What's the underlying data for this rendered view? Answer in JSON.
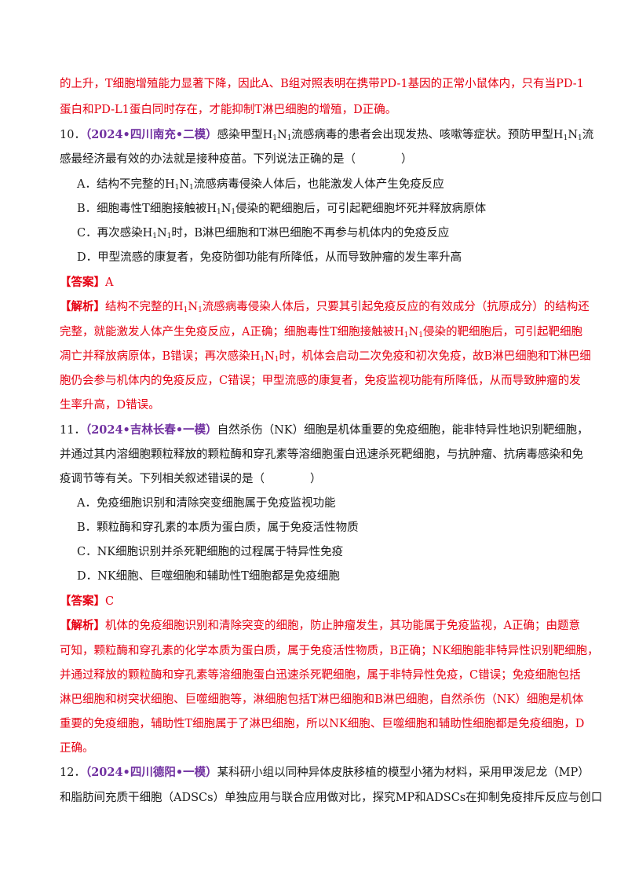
{
  "colors": {
    "answer": "#e60012",
    "source": "#7030a0",
    "body": "#1a1a1a"
  },
  "top": {
    "l1": "的上升，T细胞增殖能力显著下降，因此A、B组对照表明在携带PD-1基因的正常小鼠体内，只有当PD-1",
    "l2": "蛋白和PD-L1蛋白同时存在，才能抑制T淋巴细胞的增殖，D正确。"
  },
  "q10": {
    "num": "10．",
    "source": "（2024•四川南充•二模）",
    "t1a": "感染甲型H",
    "t1b": "N",
    "t1c": "流感病毒的患者会出现发热、咳嗽等症状。预防甲型H",
    "t1d": "N",
    "t1e": "流",
    "sub": "1",
    "line2": "感最经济最有效的办法就是接种疫苗。下列说法正确的是（　　　　）",
    "A1": "A．结构不完整的H",
    "A2": "N",
    "A3": "流感病毒侵染人体后，也能激发人体产生免疫反应",
    "B1": "B．细胞毒性T细胞接触被H",
    "B2": "N",
    "B3": "侵染的靶细胞后，可引起靶细胞坏死并释放病原体",
    "C1": "C．再次感染H",
    "C2": "N",
    "C3": "时，B淋巴细胞和T淋巴细胞不再参与机体内的免疫反应",
    "D": "D．甲型流感的康复者，免疫防御功能有所降低，从而导致肿瘤的发生率升高",
    "answer_label": "【答案】",
    "answer": "A",
    "analysis_label": "【解析】",
    "e1a": "结构不完整的H",
    "e1b": "N",
    "e1c": "流感病毒侵染人体后，只要其引起免疫反应的有效成分（抗原成分）的结构还",
    "e2a": "完整，就能激发人体产生免疫反应，A正确；细胞毒性T细胞接触被H",
    "e2b": "N",
    "e2c": "侵染的靶细胞后，可引起靶细胞",
    "e3a": "凋亡并释放病原体，B错误；再次感染H",
    "e3b": "N",
    "e3c": "时，机体会启动二次免疫和初次免疫，故B淋巴细胞和T淋巴细",
    "e4": "胞仍会参与机体内的免疫反应，C错误；甲型流感的康复者，免疫监视功能有所降低，从而导致肿瘤的发",
    "e5": "生率升高，D错误。"
  },
  "q11": {
    "num": "11．",
    "source": "（2024•吉林长春•一模）",
    "t1": "自然杀伤（NK）细胞是机体重要的免疫细胞，能非特异性地识别靶细胞，",
    "t2": "并通过其内溶细胞颗粒释放的颗粒酶和穿孔素等溶细胞蛋白迅速杀死靶细胞，与抗肿瘤、抗病毒感染和免",
    "t3": "疫调节等有关。下列相关叙述错误的是（　　　　）",
    "A": "A．免疫细胞识别和清除突变细胞属于免疫监视功能",
    "B": "B．颗粒酶和穿孔素的本质为蛋白质，属于免疫活性物质",
    "C": "C．NK细胞识别并杀死靶细胞的过程属于特异性免疫",
    "D": "D．NK细胞、巨噬细胞和辅助性T细胞都是免疫细胞",
    "answer_label": "【答案】",
    "answer": "C",
    "analysis_label": "【解析】",
    "e1": "机体的免疫细胞识别和清除突变的细胞，防止肿瘤发生，其功能属于免疫监视，A正确；由题意",
    "e2": "可知，颗粒酶和穿孔素的化学本质为蛋白质，属于免疫活性物质，B正确；NK细胞能非特异性识别靶细胞，",
    "e3": "并通过释放的颗粒酶和穿孔素等溶细胞蛋白迅速杀死靶细胞，属于非特异性免疫，C错误；免疫细胞包括",
    "e4": "淋巴细胞和树突状细胞、巨噬细胞等，淋细胞包括T淋巴细胞和B淋巴细胞，自然杀伤（NK）细胞是机体",
    "e5": "重要的免疫细胞，辅助性T细胞属于了淋巴细胞，所以NK细胞、巨噬细胞和辅助性细胞都是免疫细胞，D",
    "e6": "正确。"
  },
  "q12": {
    "num": "12．",
    "source": "（2024•四川德阳•一模）",
    "t1": "某科研小组以同种异体皮肤移植的模型小猪为材料，采用甲泼尼龙（MP）",
    "t2": "和脂肪间充质干细胞（ADSCs）单独应用与联合应用做对比，探究MP和ADSCs在抑制免疫排斥反应与创口"
  }
}
